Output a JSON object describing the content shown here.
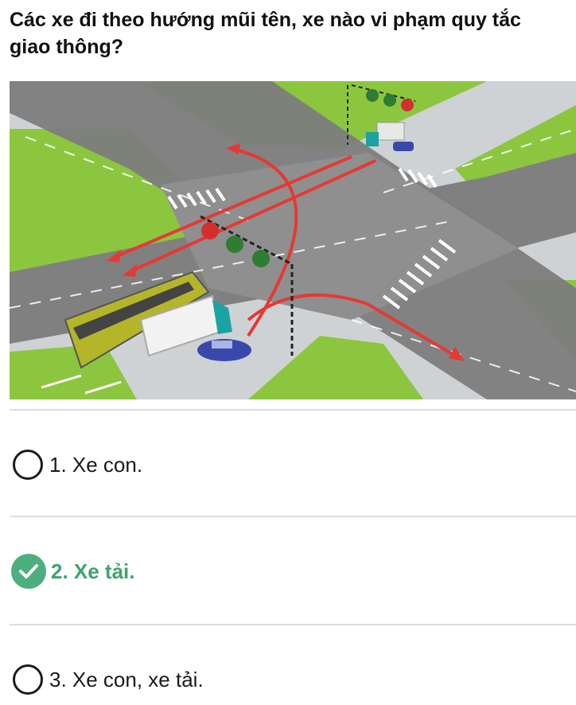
{
  "question": {
    "text": "Các xe đi theo hướng mũi tên, xe nào vi phạm quy tắc giao thông?"
  },
  "image": {
    "icons": [
      "traffic-light-icon",
      "bus-icon",
      "truck-icon",
      "car-icon"
    ]
  },
  "options": [
    {
      "label": "1. Xe con.",
      "state": "unselected"
    },
    {
      "label": "2. Xe tải.",
      "state": "correct"
    },
    {
      "label": "3. Xe con, xe tải.",
      "state": "unselected"
    }
  ],
  "colors": {
    "correct": "#4caf7d",
    "arrow": "#e53935",
    "grass": "#8cc63f",
    "road": "#7d7d7d"
  }
}
